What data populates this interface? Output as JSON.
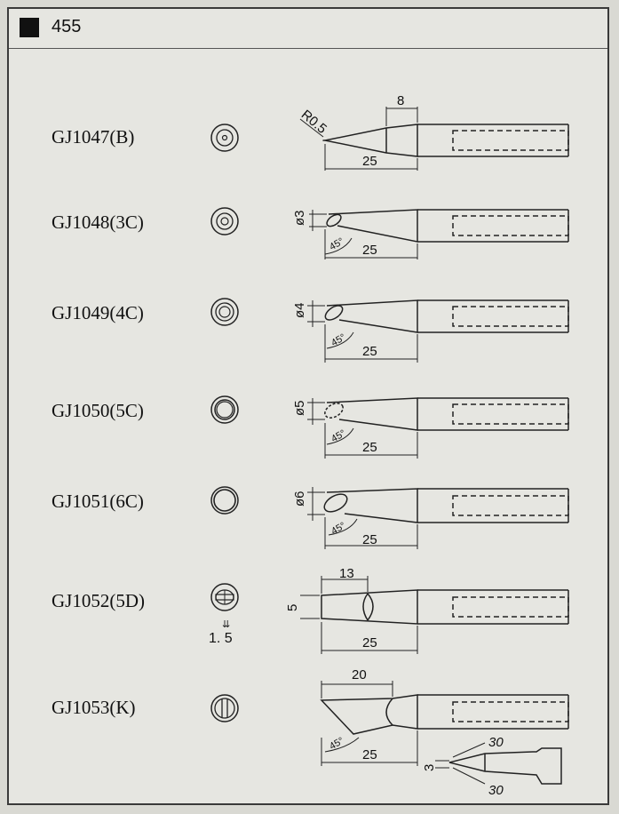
{
  "header": {
    "page_number": "455"
  },
  "items": [
    {
      "model": "GJ1047(B)",
      "tip_label": "R0.5",
      "length": "25",
      "top_dim": "8"
    },
    {
      "model": "GJ1048(3C)",
      "diameter": "ø3",
      "angle": "45°",
      "length": "25"
    },
    {
      "model": "GJ1049(4C)",
      "diameter": "ø4",
      "angle": "45°",
      "length": "25"
    },
    {
      "model": "GJ1050(5C)",
      "diameter": "ø5",
      "angle": "45°",
      "length": "25"
    },
    {
      "model": "GJ1051(6C)",
      "diameter": "ø6",
      "angle": "45°",
      "length": "25"
    },
    {
      "model": "GJ1052(5D)",
      "width": "5",
      "top_dim": "13",
      "length": "25",
      "thickness": "1. 5"
    },
    {
      "model": "GJ1053(K)",
      "top_dim": "20",
      "angle": "45°",
      "length": "25",
      "side_dim": "3",
      "angle_top": "30",
      "angle_bottom": "30"
    }
  ]
}
